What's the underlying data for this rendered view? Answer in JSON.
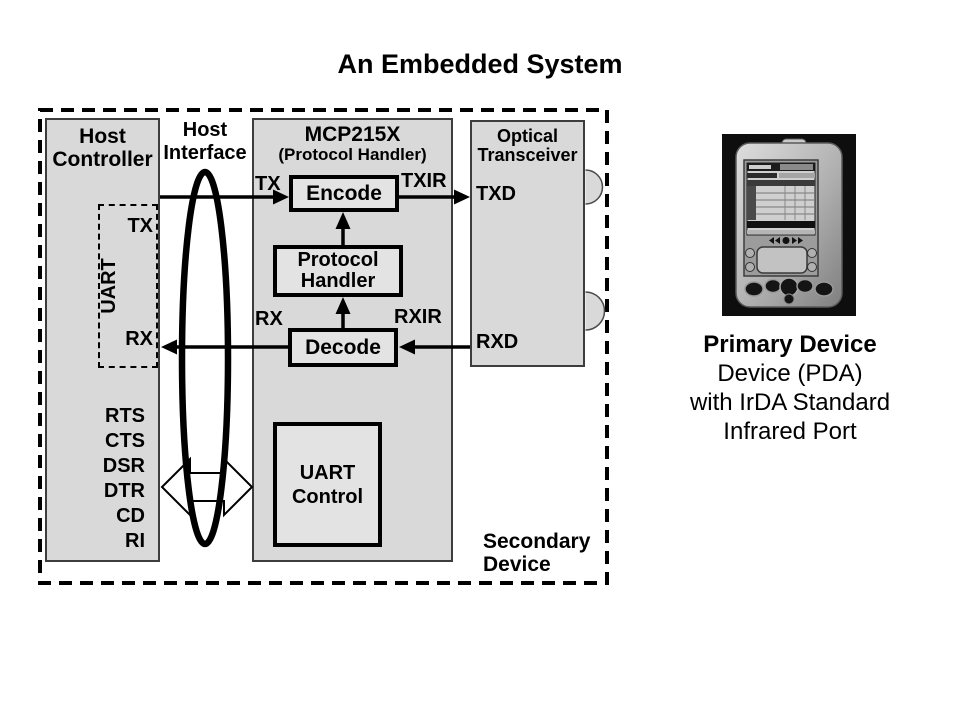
{
  "title": "An Embedded System",
  "host_controller": {
    "line1": "Host",
    "line2": "Controller",
    "uart_label": "UART",
    "uart_tx": "TX",
    "uart_rx": "RX",
    "signals": [
      "RTS",
      "CTS",
      "DSR",
      "DTR",
      "CD",
      "RI"
    ]
  },
  "host_interface": {
    "line1": "Host",
    "line2": "Interface"
  },
  "mcp": {
    "title": "MCP215X",
    "subtitle": "(Protocol Handler)",
    "encode": "Encode",
    "protocol_line1": "Protocol",
    "protocol_line2": "Handler",
    "decode": "Decode",
    "uart_control_line1": "UART",
    "uart_control_line2": "Control",
    "pin_tx": "TX",
    "pin_txir": "TXIR",
    "pin_rx": "RX",
    "pin_rxir": "RXIR"
  },
  "optical": {
    "line1": "Optical",
    "line2": "Transceiver",
    "txd": "TXD",
    "rxd": "RXD"
  },
  "secondary_device": {
    "line1": "Secondary",
    "line2": "Device"
  },
  "primary_device": {
    "caption_line1": "Primary Device",
    "caption_line2": "Device (PDA)",
    "caption_line3": "with IrDA Standard",
    "caption_line4": "Infrared Port"
  },
  "colors": {
    "block_fill": "#d9d9d9",
    "inner_box_fill": "#e3e3e3",
    "line": "#000000",
    "block_border": "#3d3d3d",
    "background": "#ffffff",
    "photo_background": "#0e0e0e"
  }
}
